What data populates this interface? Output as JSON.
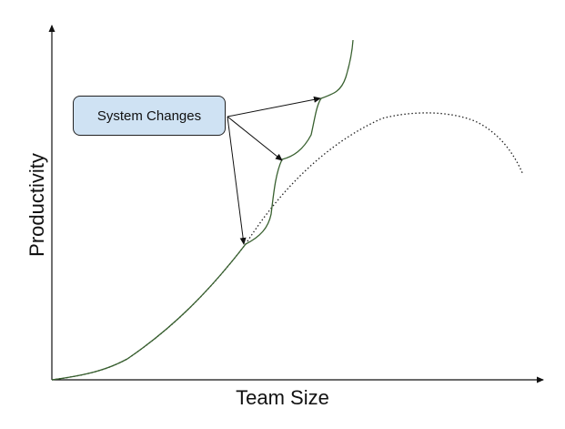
{
  "annotation": {
    "label": "System Changes",
    "fill_color": "#cfe2f3"
  },
  "axes": {
    "x_label": "Team Size",
    "y_label": "Productivity",
    "x_ticks": [],
    "y_ticks": [],
    "arrowheads": true
  },
  "curves": [
    {
      "style": "dotted",
      "color": "#222222",
      "shape": "S-shaped rise to a peak, then decline"
    },
    {
      "style": "solid",
      "color": "#38602f",
      "shape": "follows the dotted curve, then steps upward at each system change"
    }
  ],
  "callout_arrow_count": 3
}
